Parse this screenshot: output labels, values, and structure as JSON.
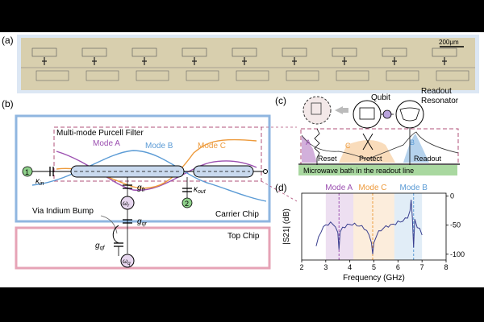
{
  "figure": {
    "panel_labels": {
      "a": "(a)",
      "b": "(b)",
      "c": "(c)",
      "d": "(d)"
    },
    "colors": {
      "mode_a": "#9b4fb0",
      "mode_b": "#5b9bd5",
      "mode_c": "#ed9a3b",
      "carrier_box": "#8fb6e0",
      "top_box": "#e6a3b6",
      "filter_box": "#b0507a",
      "bath": "#a9d8a0",
      "trace": "#3a3f8f",
      "chip_bg": "#d8cfae",
      "label_badge": "#8fd18b"
    }
  },
  "panel_a": {
    "scale_bar_label": "200μm"
  },
  "panel_b": {
    "filter_title": "Multi-mode Purcell Filter",
    "mode_a_label": "Mode A",
    "mode_b_label": "Mode B",
    "mode_c_label": "Mode C",
    "port_1": "1",
    "port_2": "2",
    "kappa_in": "κ",
    "kappa_in_sub": "in",
    "kappa_out": "κ",
    "kappa_out_sub": "out",
    "g_fr": "g",
    "g_fr_sub": "fr",
    "g_qr": "g",
    "g_qr_sub": "qr",
    "g_qf": "g",
    "g_qf_sub": "qf",
    "omega_r": "ω",
    "omega_r_sub": "r",
    "omega_q": "ω",
    "omega_q_sub": "q",
    "via_label": "Via Indium Bump",
    "carrier_label": "Carrier Chip",
    "top_label": "Top Chip"
  },
  "panel_c": {
    "qubit_label": "Qubit",
    "readout_label_1": "Readout",
    "readout_label_2": "Resonator",
    "region_a": "A",
    "region_b": "B",
    "region_c": "C",
    "reset_label": "Reset",
    "protect_label": "Protect",
    "readout_label": "Readout",
    "bath_label": "Microwave bath in the readout line"
  },
  "chart_data": {
    "type": "line",
    "title": "",
    "xlabel": "Frequency (GHz)",
    "ylabel": "|S21| (dB)",
    "xlim": [
      2,
      8
    ],
    "ylim": [
      -110,
      5
    ],
    "xticks": [
      "2",
      "3",
      "4",
      "5",
      "6",
      "7",
      "8"
    ],
    "yticks": [
      "0",
      "-50",
      "-100"
    ],
    "mode_labels": [
      "Mode A",
      "Mode C",
      "Mode B"
    ],
    "mode_markers_ghz": [
      3.55,
      4.95,
      6.65
    ],
    "bands_ghz": [
      [
        3.0,
        4.15
      ],
      [
        4.15,
        5.85
      ],
      [
        5.85,
        7.0
      ]
    ],
    "series": [
      {
        "x": [
          2.6,
          2.7,
          2.8,
          2.9,
          3.0,
          3.1,
          3.2,
          3.3,
          3.4,
          3.5,
          3.55,
          3.6,
          3.7,
          3.8,
          3.9,
          4.0,
          4.1,
          4.2,
          4.3,
          4.4,
          4.5,
          4.6,
          4.7,
          4.8,
          4.9,
          4.95,
          5.0,
          5.1,
          5.2,
          5.3,
          5.4,
          5.5,
          5.6,
          5.7,
          5.8,
          5.9,
          6.0,
          6.1,
          6.2,
          6.3,
          6.4,
          6.5,
          6.55,
          6.6,
          6.65,
          6.7,
          6.8,
          6.9,
          7.0
        ],
        "y": [
          -86,
          -72,
          -60,
          -54,
          -50,
          -48,
          -47,
          -48,
          -52,
          -65,
          -90,
          -62,
          -55,
          -52,
          -50,
          -49,
          -48,
          -49,
          -50,
          -51,
          -53,
          -55,
          -60,
          -68,
          -78,
          -102,
          -80,
          -68,
          -62,
          -58,
          -55,
          -53,
          -51,
          -50,
          -49,
          -47,
          -45,
          -44,
          -42,
          -40,
          -36,
          -25,
          -8,
          -35,
          -90,
          -40,
          -52,
          -58,
          -66
        ]
      }
    ]
  }
}
